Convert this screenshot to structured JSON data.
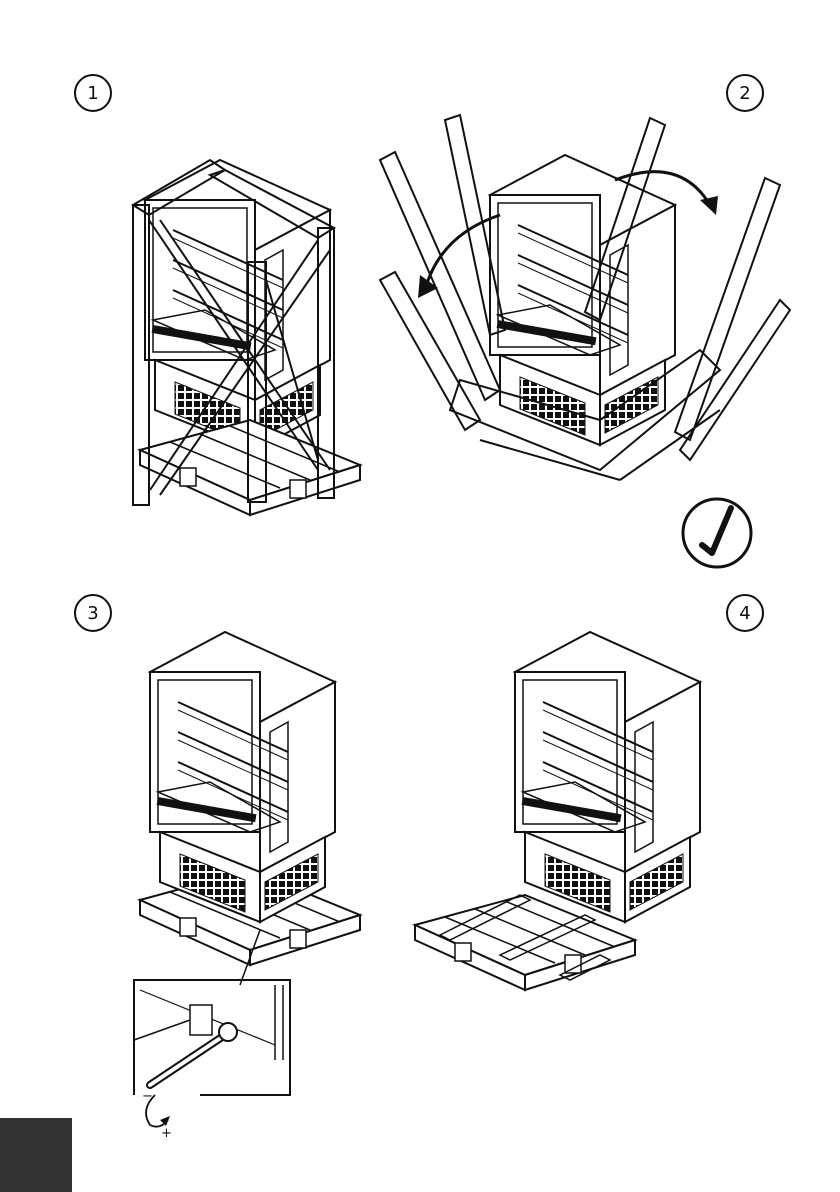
{
  "steps": [
    {
      "number": "1"
    },
    {
      "number": "2"
    },
    {
      "number": "3"
    },
    {
      "number": "4"
    }
  ],
  "wrench_detail": {
    "minus": "−",
    "plus": "+"
  },
  "icons": [
    "check-icon",
    "rotate-arrow-icon",
    "wrench-icon"
  ],
  "colors": {
    "line": "#111111",
    "page_tab": "#333333",
    "background": "#ffffff"
  }
}
